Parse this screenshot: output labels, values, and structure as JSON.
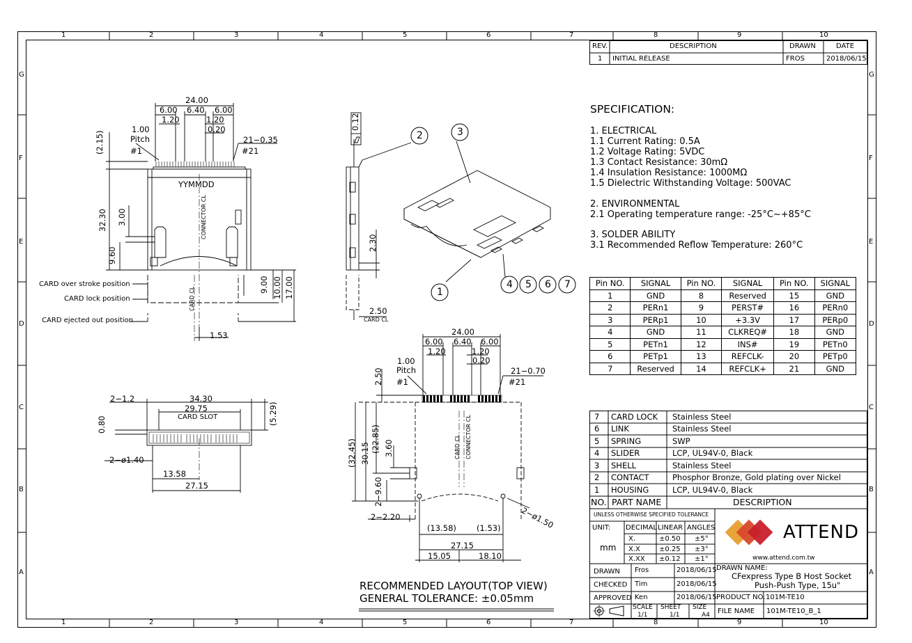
{
  "frame": {
    "columns": [
      "1",
      "2",
      "3",
      "4",
      "5",
      "6",
      "7",
      "8",
      "9",
      "10"
    ],
    "rows": [
      "G",
      "F",
      "E",
      "D",
      "C",
      "B",
      "A"
    ]
  },
  "revision": {
    "headers": {
      "rev": "REV.",
      "description": "DESCRIPTION",
      "drawn": "DRAWN",
      "date": "DATE"
    },
    "rows": [
      {
        "rev": "1",
        "description": "INITIAL RELEASE",
        "drawn": "FROS",
        "date": "2018/06/15"
      }
    ]
  },
  "specification": {
    "title": "SPECIFICATION:",
    "lines": [
      "1.  ELECTRICAL",
      "1.1  Current Rating:  0.5A",
      "1.2  Voltage Rating:  5VDC",
      "1.3  Contact Resistance:  30mΩ",
      "1.4  Insulation Resistance:  1000MΩ",
      "1.5  Dielectric Withstanding Voltage:  500VAC",
      "2. ENVIRONMENTAL",
      "2.1  Operating temperature range:  -25°C~+85°C",
      "3. SOLDER ABILITY",
      "3.1  Recommended Reflow Temperature:  260°C"
    ]
  },
  "pin_table": {
    "headers": [
      "Pin NO.",
      "SIGNAL",
      "Pin NO.",
      "SIGNAL",
      "Pin NO.",
      "SIGNAL"
    ],
    "rows": [
      [
        "1",
        "GND",
        "8",
        "Reserved",
        "15",
        "GND"
      ],
      [
        "2",
        "PERn1",
        "9",
        "PERST#",
        "16",
        "PERn0"
      ],
      [
        "3",
        "PERp1",
        "10",
        "+3.3V",
        "17",
        "PERp0"
      ],
      [
        "4",
        "GND",
        "11",
        "CLKREQ#",
        "18",
        "GND"
      ],
      [
        "5",
        "PETn1",
        "12",
        "INS#",
        "19",
        "PETn0"
      ],
      [
        "6",
        "PETp1",
        "13",
        "REFCLK-",
        "20",
        "PETp0"
      ],
      [
        "7",
        "Reserved",
        "14",
        "REFCLK+",
        "21",
        "GND"
      ]
    ]
  },
  "parts_table": {
    "rows": [
      [
        "7",
        "CARD LOCK",
        "Stainless Steel"
      ],
      [
        "6",
        "LINK",
        "Stainless Steel"
      ],
      [
        "5",
        "SPRING",
        "SWP"
      ],
      [
        "4",
        "SLIDER",
        "LCP, UL94V-0, Black"
      ],
      [
        "3",
        "SHELL",
        "Stainless Steel"
      ],
      [
        "2",
        "CONTACT",
        "Phosphor Bronze, Gold plating over Nickel"
      ],
      [
        "1",
        "HOUSING",
        "LCP, UL94V-0, Black"
      ]
    ],
    "headers": [
      "NO.",
      "PART NAME",
      "DESCRIPTION"
    ]
  },
  "tolerance": {
    "title": "UNLESS OTHERWISE SPECIFIED TOLERANCE",
    "unit_label": "UNIT:",
    "unit": "mm",
    "headers": [
      "DECIMAL",
      "LINEAR",
      "ANGLES"
    ],
    "rows": [
      [
        "X.",
        "±0.50",
        "±5°"
      ],
      [
        "X.X",
        "±0.25",
        "±3°"
      ],
      [
        "X.XX",
        "±0.12",
        "±1°"
      ]
    ]
  },
  "company": {
    "name": "ATTEND",
    "url": "www.attend.com.tw",
    "logo_colors": [
      "#e8a33a",
      "#d9482b",
      "#c8202a"
    ]
  },
  "title_block": {
    "drawn_label": "DRAWN",
    "drawn_by": "Fros",
    "drawn_date": "2018/06/15",
    "checked_label": "CHECKED",
    "checked_by": "Tim",
    "checked_date": "2018/06/15",
    "approved_label": "APPROVED",
    "approved_by": "Ken",
    "approved_date": "2018/06/15",
    "drawn_name_label": "DRAWN NAME:",
    "drawn_name_1": "CFexpress Type B Host Socket",
    "drawn_name_2": "Push-Push Type, 15u\"",
    "product_no_label": "PRODUCT NO.",
    "product_no": "101M-TE10",
    "scale_label": "SCALE",
    "scale": "1/1",
    "sheet_label": "SHEET",
    "sheet": "1/1",
    "size_label": "SIZE",
    "size": "A4",
    "file_name_label": "FILE NAME",
    "file_name": "101M-TE10_B_1"
  },
  "layout_note": {
    "line1": "RECOMMENDED LAYOUT(TOP VIEW)",
    "line2": "GENERAL TOLERANCE: ±0.05mm"
  },
  "top_view": {
    "dims": {
      "w": "24.00",
      "a": "6.00",
      "b": "6.40",
      "c": "6.00",
      "d": "1.20",
      "e": "1.20",
      "f": "0.20",
      "pitch_val": "1.00",
      "pitch": "Pitch",
      "pin1": "#1",
      "pin21": "#21",
      "tol": "21−0.35",
      "h215": "(2.15)",
      "h3230": "32.30",
      "h300": "3.00",
      "h960": "9.60",
      "v900": "9.00",
      "v1000": "10.00",
      "v1700": "17.00",
      "x153": "1.53"
    },
    "date_code": "YYMMDD",
    "connector_cl": "CONNECTOR CL",
    "card_cl": "CARD CL",
    "card_over": "CARD over stroke position",
    "card_lock": "CARD lock position",
    "card_ejected": "CARD ejected out position"
  },
  "side_view": {
    "flatness": "0.12",
    "h230": "2.30",
    "w250": "2.50",
    "card_cl": "CARD CL"
  },
  "callouts": [
    "1",
    "2",
    "3",
    "4",
    "5",
    "6",
    "7"
  ],
  "front_view": {
    "w3430": "34.30",
    "w2975": "29.75",
    "slot": "CARD SLOT",
    "h080": "0.80",
    "h529": "(5.29)",
    "r212": "2−1.2",
    "phi": "2−ø1.40",
    "w1358": "13.58",
    "w2715": "27.15"
  },
  "layout_view": {
    "w": "24.00",
    "a": "6.00",
    "b": "6.40",
    "c": "6.00",
    "d": "1.20",
    "e": "1.20",
    "f": "0.20",
    "pitch_val": "1.00",
    "pitch": "Pitch",
    "pin1": "#1",
    "pin21": "#21",
    "tol": "21−0.70",
    "h250": "2.50",
    "h3245": "(32.45)",
    "h3015": "30.15",
    "h2285": "(22.85)",
    "h360": "3.60",
    "h960": "2−9.60",
    "w220": "2−2.20",
    "phi150": "2−ø1.50",
    "w1358": "(13.58)",
    "w153": "(1.53)",
    "w2715": "27.15",
    "w1505": "15.05",
    "w1810": "18.10",
    "card_cl": "CARD CL",
    "connector_cl": "CONNECTOR CL"
  }
}
